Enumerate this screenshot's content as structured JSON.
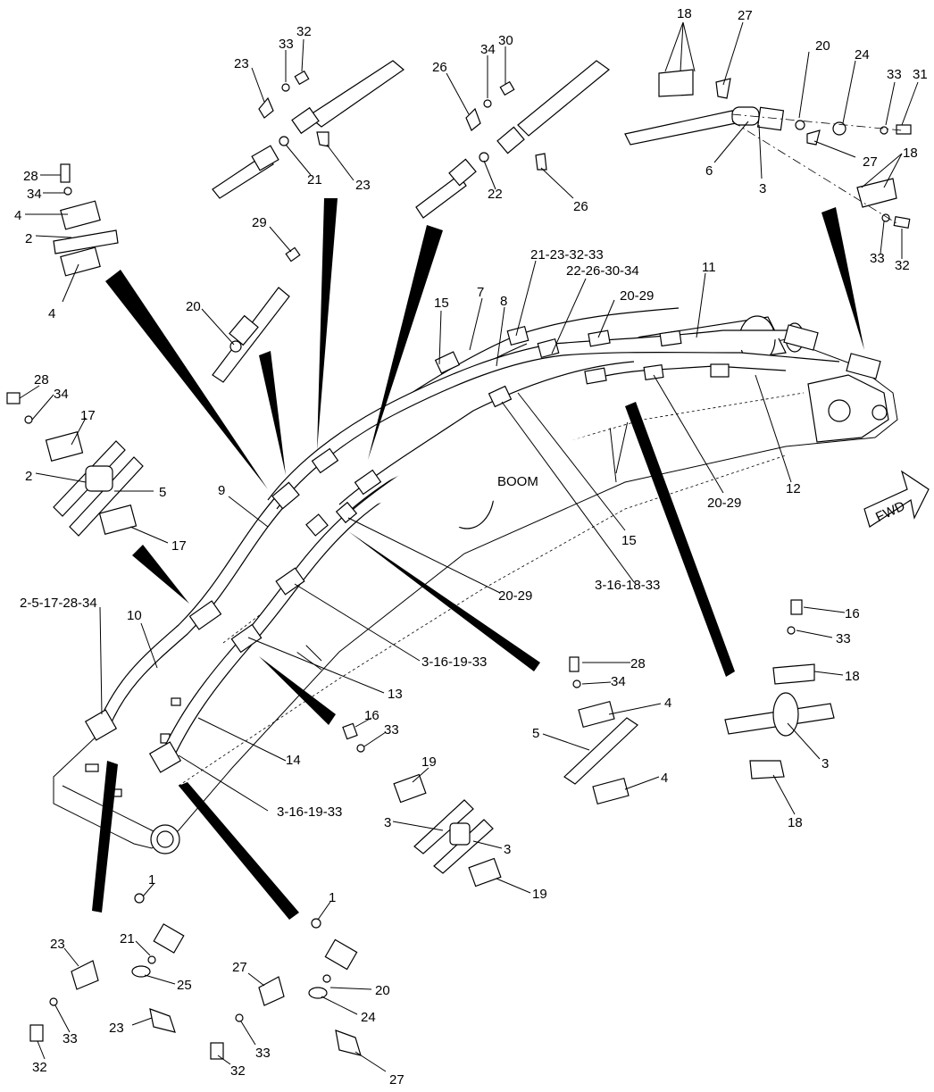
{
  "diagram": {
    "boom_label": "BOOM",
    "fwd_label": "FWD",
    "callouts": {
      "c18_top": "18",
      "c27_top": "27",
      "c20_top": "20",
      "c24_top": "24",
      "c33_top": "33",
      "c31_top": "31",
      "c6_top": "6",
      "c3_top": "3",
      "c27_b": "27",
      "c18_b": "18",
      "c33_b": "33",
      "c32_b": "32",
      "c23_l": "23",
      "c33_l": "33",
      "c32_l": "32",
      "c21_l": "21",
      "c23_r": "23",
      "c34_m": "34",
      "c30_m": "30",
      "c26_m": "26",
      "c22_m": "22",
      "c26_r": "26",
      "c28_a": "28",
      "c34_a": "34",
      "c4_a": "4",
      "c2_a": "2",
      "c4_b": "4",
      "c29": "29",
      "c20_a": "20",
      "c28_c": "28",
      "c34_c": "34",
      "c17_a": "17",
      "c2_c": "2",
      "c5_c": "5",
      "c17_b": "17",
      "c15_a": "15",
      "c7": "7",
      "c8": "8",
      "g_21_23_32_33": "21-23-32-33",
      "g_22_26_30_34": "22-26-30-34",
      "g_20_29_a": "20-29",
      "c11": "11",
      "c9": "9",
      "c15_b": "15",
      "g_20_29_b": "20-29",
      "c12": "12",
      "g_20_29_c": "20-29",
      "g_3_16_18_33": "3-16-18-33",
      "g_2_5_17_28_34": "2-5-17-28-34",
      "c10": "10",
      "g_3_16_19_33_a": "3-16-19-33",
      "c13": "13",
      "c14": "14",
      "g_3_16_19_33_b": "3-16-19-33",
      "c16_r": "16",
      "c33_r": "33",
      "c18_r1": "18",
      "c3_r": "3",
      "c18_r2": "18",
      "c28_m": "28",
      "c34_m2": "34",
      "c4_m1": "4",
      "c5_m": "5",
      "c4_m2": "4",
      "c16_c": "16",
      "c33_c": "33",
      "c19_c1": "19",
      "c3_c1": "3",
      "c3_c2": "3",
      "c19_c2": "19",
      "c1_a": "1",
      "c21_a": "21",
      "c25": "25",
      "c23_bl": "23",
      "c33_bl": "33",
      "c32_bl": "32",
      "c23_bl2": "23",
      "c1_b": "1",
      "c20_bm": "20",
      "c24_bm": "24",
      "c27_bm": "27",
      "c33_bm": "33",
      "c32_bm": "32",
      "c27_bm2": "27"
    }
  }
}
